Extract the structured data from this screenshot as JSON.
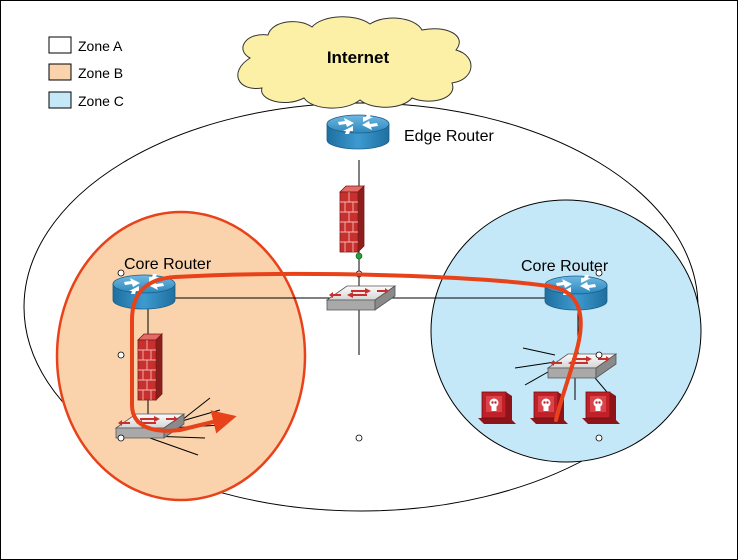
{
  "legend": [
    {
      "label": "Zone A",
      "color": "#ffffff"
    },
    {
      "label": "Zone B",
      "color": "#fad3ad"
    },
    {
      "label": "Zone C",
      "color": "#c5e8f8"
    }
  ],
  "internet": {
    "label": "Internet",
    "color": "#fbf0a6"
  },
  "edge_router": {
    "label": "Edge Router"
  },
  "core_router_b": {
    "label": "Core Router"
  },
  "core_router_c": {
    "label": "Core Router"
  },
  "colors": {
    "zone_b_fill": "#fad3ad",
    "zone_b_stroke": "#e8421a",
    "zone_c_fill": "#c5e8f8",
    "path": "#e8421a",
    "router": "#2a86bb",
    "firewall": "#c8302e",
    "attacker": "#c22028"
  },
  "icons": {
    "router": "router-icon",
    "firewall": "firewall-icon",
    "switch": "switch-icon",
    "attacker": "attacker-icon",
    "cloud": "cloud-icon"
  }
}
